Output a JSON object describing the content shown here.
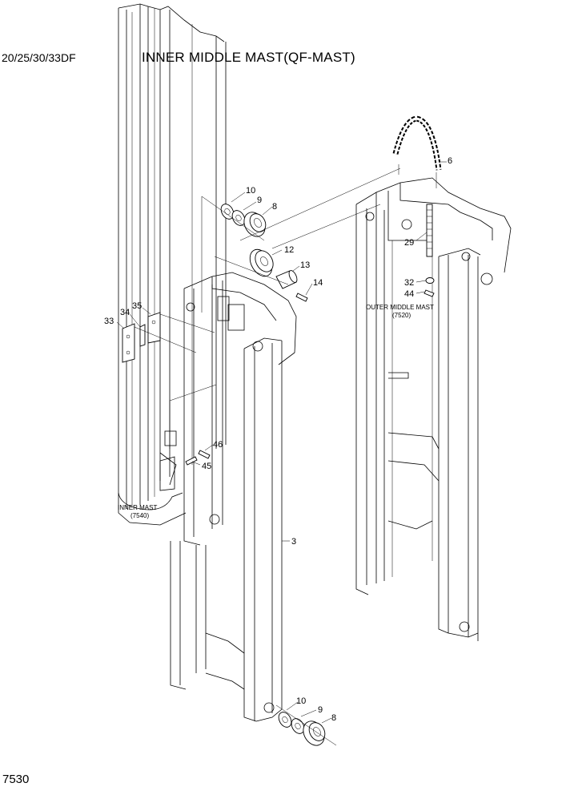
{
  "header": {
    "model": "20/25/30/33DF",
    "title": "INNER MIDDLE MAST(QF-MAST)"
  },
  "footer": {
    "page_number": "7530"
  },
  "captions": {
    "inner_mast": {
      "name": "INNER MAST",
      "ref": "(7540)"
    },
    "outer_middle_mast": {
      "name": "OUTER MIDDLE MAST",
      "ref": "(7520)"
    }
  },
  "callouts": [
    "10",
    "9",
    "8",
    "12",
    "13",
    "14",
    "6",
    "29",
    "32",
    "44",
    "35",
    "34",
    "33",
    "46",
    "45",
    "3",
    "10",
    "9",
    "8"
  ]
}
